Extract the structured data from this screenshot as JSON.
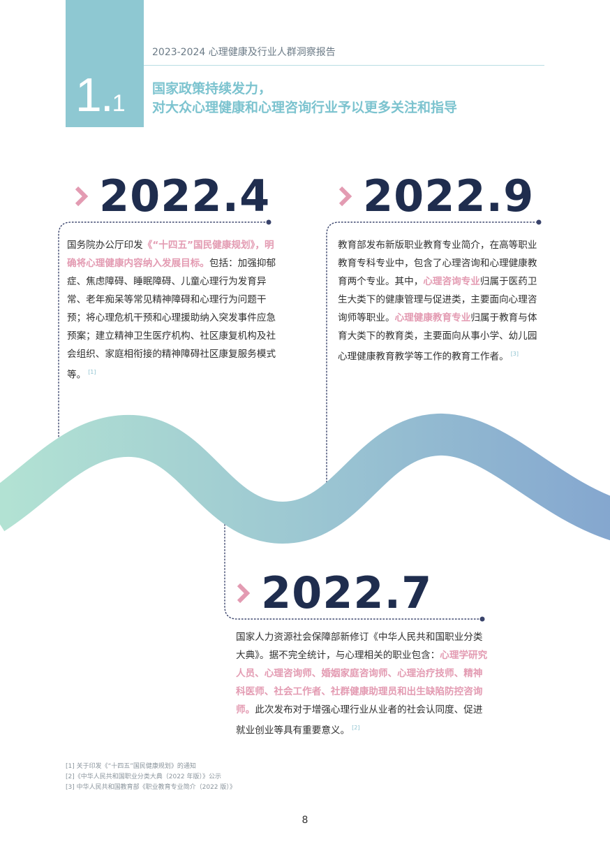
{
  "header": {
    "report_title": "2023-2024 心理健康及行业人群洞察报告",
    "section_num_main": "1.",
    "section_num_sub": "1",
    "heading_line1": "国家政策持续发力，",
    "heading_line2": "对大众心理健康和心理咨询行业予以更多关注和指导"
  },
  "timeline": [
    {
      "year": "2022.4",
      "segments": [
        {
          "t": "国务院办公厅印发",
          "h": false
        },
        {
          "t": "《“十四五”国民健康规划》，明确将心理健康内容纳入发展目标。",
          "h": true
        },
        {
          "t": "包括：加强抑郁症、焦虑障碍、睡眠障碍、儿童心理行为发育异常、老年痴呆等常见精神障碍和心理行为问题干预；将心理危机干预和心理援助纳入突发事件应急预案；建立精神卫生医疗机构、社区康复机构及社会组织、家庭相衔接的精神障碍社区康复服务模式等。",
          "h": false
        }
      ],
      "ref": "[1]"
    },
    {
      "year": "2022.9",
      "segments": [
        {
          "t": "教育部发布新版职业教育专业简介，在高等职业教育专科专业中，包含了心理咨询和心理健康教育两个专业。其中，",
          "h": false
        },
        {
          "t": "心理咨询专业",
          "h": true
        },
        {
          "t": "归属于医药卫生大类下的健康管理与促进类，主要面向心理咨询师等职业。",
          "h": false
        },
        {
          "t": "心理健康教育专业",
          "h": true
        },
        {
          "t": "归属于教育与体育大类下的教育类，主要面向从事小学、幼儿园心理健康教育教学等工作的教育工作者。",
          "h": false
        }
      ],
      "ref": "[3]"
    },
    {
      "year": "2022.7",
      "segments": [
        {
          "t": "国家人力资源社会保障部新修订《中华人民共和国职业分类大典》。据不完全统计，与心理相关的职业包含：",
          "h": false
        },
        {
          "t": "心理学研究人员、心理咨询师、婚姻家庭咨询师、心理治疗技师、精神科医师、社会工作者、社群健康助理员和出生缺陷防控咨询师。",
          "h": true
        },
        {
          "t": "此次发布对于增强心理行业从业者的社会认同度、促进就业创业等具有重要意义。",
          "h": false
        }
      ],
      "ref": "[2]"
    }
  ],
  "footnotes": [
    "[1] 关于印发《“十四五”国民健康规划》的通知",
    "[2]《中华人民共和国职业分类大典（2022 年版）》公示",
    "[3] 中华人民共和国教育部《职业教育专业简介（2022 版）》"
  ],
  "page_number": "8",
  "colors": {
    "accent_teal": "#8ec8d2",
    "heading_teal": "#7cc3cf",
    "highlight_pink": "#e39bb2",
    "year_navy": "#1f2d4e",
    "wave_start": "#b3e3d3",
    "wave_end": "#84a6cf"
  }
}
